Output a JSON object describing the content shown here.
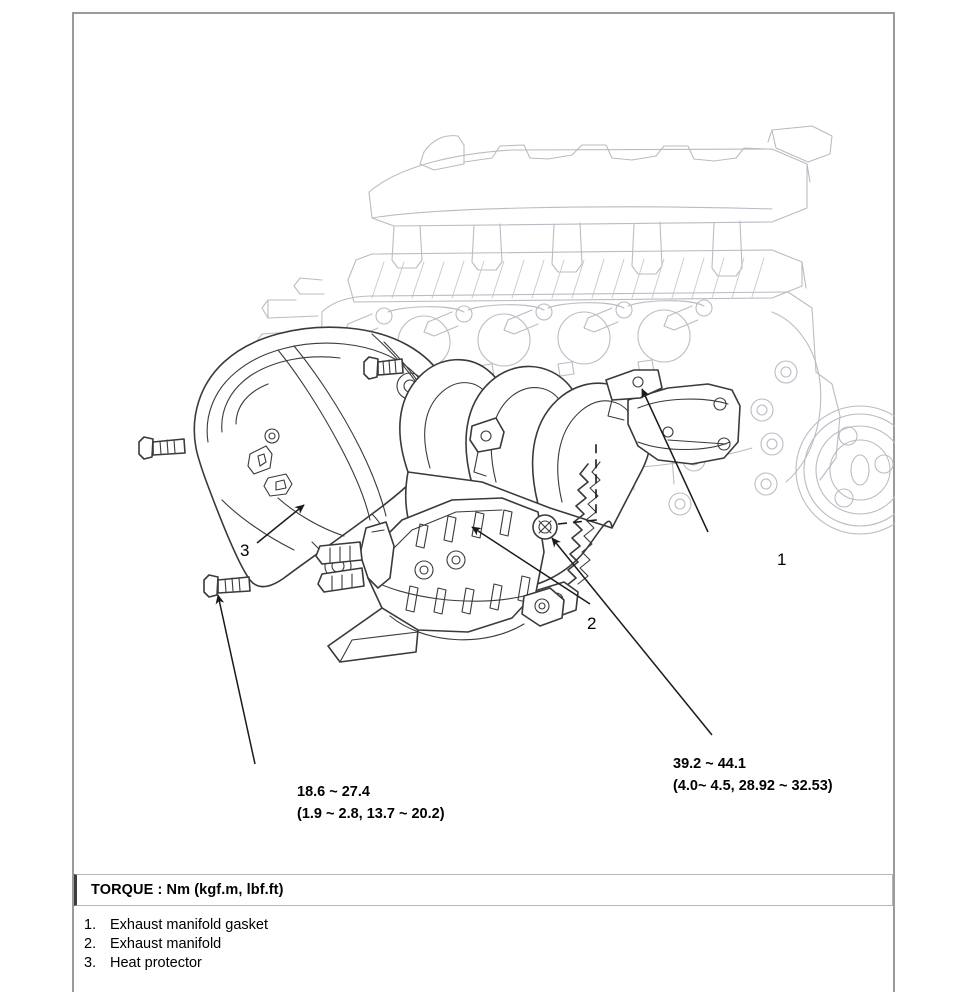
{
  "figure": {
    "title_box": {
      "torque_units_label": "TORQUE : Nm (kgf.m, lbf.ft)"
    },
    "callouts": [
      {
        "id": "1",
        "label": "1",
        "target": "exhaust-manifold-gasket"
      },
      {
        "id": "2",
        "label": "2",
        "target": "exhaust-manifold"
      },
      {
        "id": "3",
        "label": "3",
        "target": "heat-protector"
      }
    ],
    "torque_specs": [
      {
        "name": "heat-protector-bolt-torque",
        "nm": "18.6 ~ 27.4",
        "converted": "(1.9 ~ 2.8, 13.7 ~ 20.2)"
      },
      {
        "name": "exhaust-manifold-nut-torque",
        "nm": "39.2 ~ 44.1",
        "converted": "(4.0~ 4.5, 28.92 ~ 32.53)"
      }
    ],
    "parts_list": [
      {
        "num": "1.",
        "name": "Exhaust manifold gasket"
      },
      {
        "num": "2.",
        "name": "Exhaust manifold"
      },
      {
        "num": "3.",
        "name": "Heat protector"
      }
    ]
  },
  "colors": {
    "line_dark": "#3a3a3a",
    "line_light": "#b9bcc2",
    "frame": "#9a9a9a",
    "text": "#000000",
    "background": "#ffffff"
  }
}
